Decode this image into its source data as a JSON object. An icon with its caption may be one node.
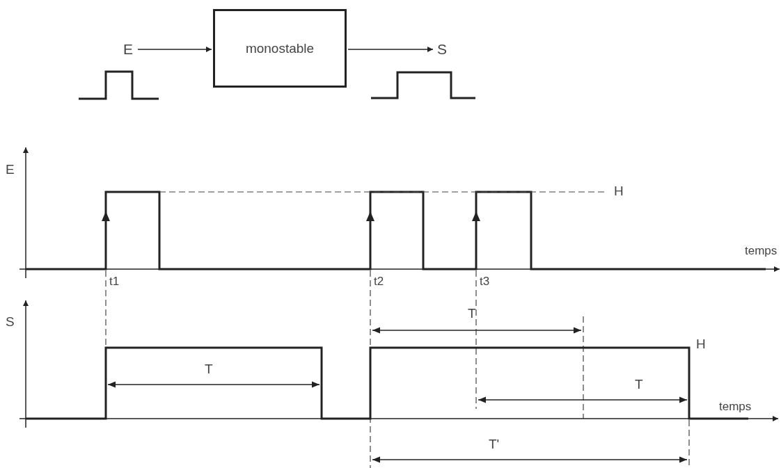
{
  "diagram": {
    "nodes": [
      {
        "text": [
          "E"
        ]
      },
      {
        "text": [
          "monostable"
        ]
      },
      {
        "text": [
          "S"
        ]
      }
    ],
    "edges": [
      {
        "from": 0,
        "to": 1,
        "arrow": "to"
      },
      {
        "from": 1,
        "to": 2,
        "arrow": "to"
      }
    ],
    "labels": [
      "E",
      "H",
      "temps",
      "t1",
      "t2",
      "t3",
      "S",
      "T",
      "H",
      "T",
      "T",
      "temps",
      "T'"
    ]
  }
}
